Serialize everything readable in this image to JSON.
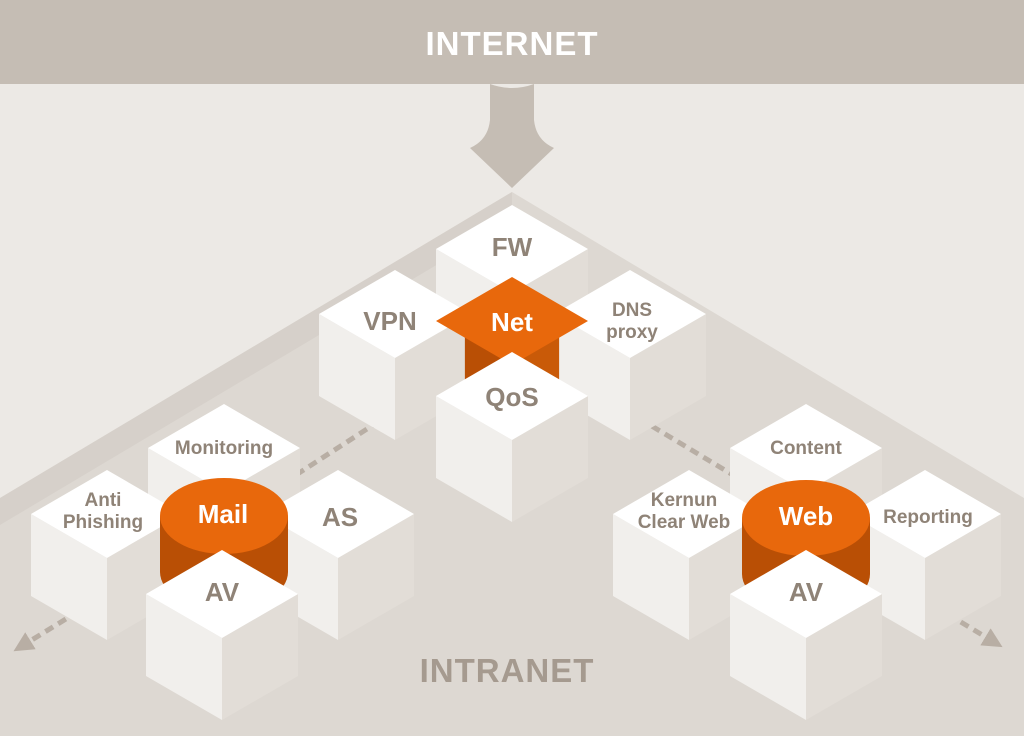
{
  "banner": {
    "top_label": "INTERNET",
    "bottom_label": "INTRANET"
  },
  "colors": {
    "background": "#ece9e5",
    "band": "#c5bdb4",
    "ground": "#ddd8d2",
    "cube_top": "#ffffff",
    "cube_left": "#f1efec",
    "cube_right": "#e2ddd7",
    "hub_orange": "#e8680c",
    "hub_dark": "#b94f05",
    "label": "#8f8377",
    "arrow": "#b8aea4"
  },
  "net_cluster": {
    "hub": "Net",
    "modules": {
      "top": "FW",
      "left": "VPN",
      "right": [
        "DNS",
        "proxy"
      ],
      "bottom": "QoS"
    }
  },
  "mail_cluster": {
    "hub": "Mail",
    "modules": {
      "top": "Monitoring",
      "left": [
        "Anti",
        "Phishing"
      ],
      "right": "AS",
      "bottom": "AV"
    }
  },
  "web_cluster": {
    "hub": "Web",
    "modules": {
      "top": "Content",
      "left": [
        "Kernun",
        "Clear Web"
      ],
      "right": "Reporting",
      "bottom": "AV"
    }
  }
}
